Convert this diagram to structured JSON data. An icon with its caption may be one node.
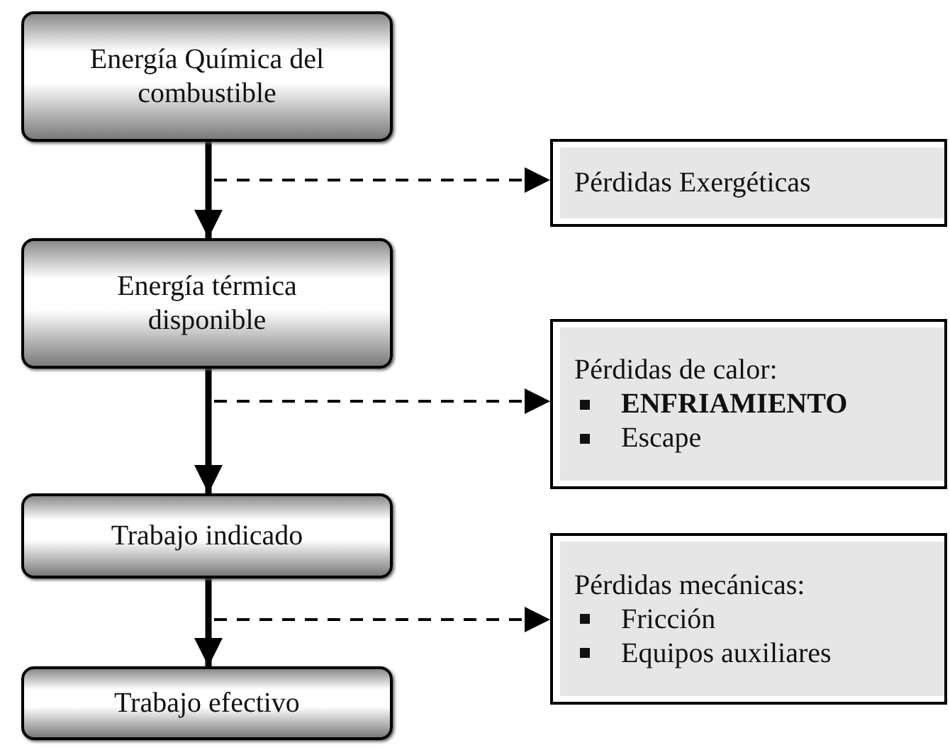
{
  "diagram": {
    "nodes": [
      {
        "text": [
          "Energía Química del combustible"
        ]
      },
      {
        "text": [
          "Energía térmica disponible"
        ]
      },
      {
        "text": [
          "Trabajo indicado"
        ]
      },
      {
        "text": [
          "Trabajo efectivo"
        ]
      },
      {
        "text": [
          "Pérdidas Exergéticas"
        ]
      },
      {
        "text": [
          "Pérdidas de calor:",
          "**ENFRIAMIENTO**",
          "Escape"
        ]
      },
      {
        "text": [
          "Pérdidas mecánicas:",
          "Fricción",
          "Equipos auxiliares"
        ]
      }
    ],
    "edges": [
      {
        "from": 0,
        "to": 1,
        "arrow": "to",
        "style": "thick"
      },
      {
        "from": null,
        "to": 4,
        "arrow": "to",
        "style": "dashed"
      },
      {
        "from": 1,
        "to": 2,
        "arrow": "to",
        "style": "thick"
      },
      {
        "from": null,
        "to": 5,
        "arrow": "to",
        "style": "dashed"
      },
      {
        "from": 2,
        "to": 3,
        "arrow": "to",
        "style": "thick"
      },
      {
        "from": null,
        "to": 6,
        "arrow": "to",
        "style": "dashed"
      }
    ]
  }
}
